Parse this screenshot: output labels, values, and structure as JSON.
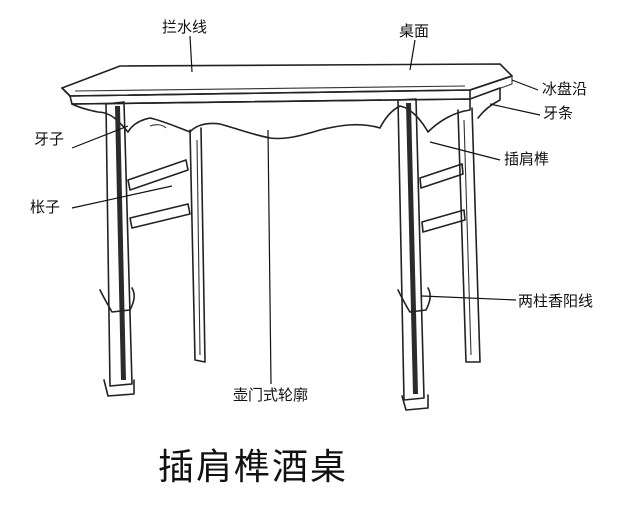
{
  "labels": {
    "lanshuixian": "拦水线",
    "zhuomian": "桌面",
    "bingpanyan": "冰盘沿",
    "yatiao": "牙条",
    "yazi": "牙子",
    "chajian_sun": "插肩榫",
    "zhangzi": "枨子",
    "liangzhu_xiangyangxian": "两柱香阳线",
    "humen_lunkuo": "壶门式轮廓"
  },
  "caption": "插肩榫酒桌"
}
